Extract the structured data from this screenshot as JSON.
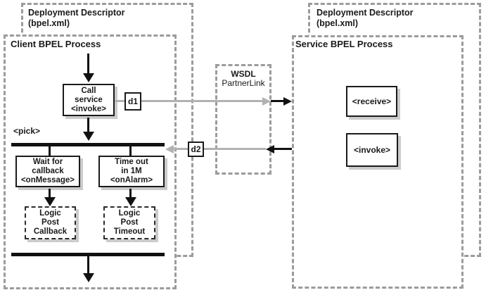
{
  "diagram": {
    "left": {
      "descriptor_title": "Deployment Descriptor",
      "descriptor_subtitle": "(bpel.xml)",
      "process_title": "Client BPEL Process",
      "call_service": [
        "Call",
        "service",
        "<invoke>"
      ],
      "pick_label": "<pick>",
      "wait_callback": [
        "Wait for",
        "callback",
        "<onMessage>"
      ],
      "timeout": [
        "Time out",
        "in 1M",
        "<onAlarm>"
      ],
      "logic_callback": [
        "Logic",
        "Post",
        "Callback"
      ],
      "logic_timeout": [
        "Logic",
        "Post",
        "Timeout"
      ]
    },
    "middle": {
      "wsdl_title": "WSDL",
      "wsdl_subtitle": "PartnerLink",
      "d1_label": "d1",
      "d2_label": "d2"
    },
    "right": {
      "descriptor_title": "Deployment Descriptor",
      "descriptor_subtitle": "(bpel.xml)",
      "process_title": "Service BPEL Process",
      "receive_label": "<receive>",
      "invoke_label": "<invoke>"
    },
    "colors": {
      "dash_gray": "#9b9b9b",
      "link_line_gray": "#b2b2b2",
      "shadow_gray": "#cbcbcb",
      "ink_black": "#1a1a1a"
    }
  }
}
